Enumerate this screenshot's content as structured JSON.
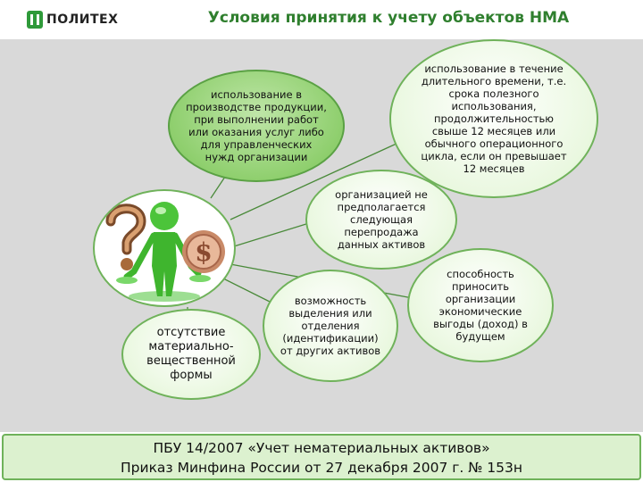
{
  "header": {
    "logo_text": "ПОЛИТЕХ",
    "title": "Условия принятия к учету объектов НМА"
  },
  "hub": {
    "icons": [
      "question-mark-icon",
      "green-figure-icon",
      "dollar-coin-icon"
    ]
  },
  "bubbles": {
    "use_in_production": "использование в производстве продукции, при выполнении работ или оказания услуг либо для управленческих нужд организации",
    "long_term_use": "использование в течение длительного времени, т.е. срока полезного использования, продолжительностью свыше 12 месяцев или обычного операционного цикла, если он превышает 12 месяцев",
    "no_resale": "организацией не предполагается следующая перепродажа данных активов",
    "economic_benefit": "способность приносить организации экономические выгоды (доход) в будущем",
    "identification": "возможность выделения или отделения (идентификации) от других активов",
    "no_material_form": "отсутствие материально-вещественной формы"
  },
  "footer": {
    "line1": "ПБУ 14/2007 «Учет нематериальных активов»",
    "line2": "Приказ Минфина России от 27 декабря 2007 г. № 153н"
  },
  "colors": {
    "title": "#2f7f2e",
    "bubble_dark": "#8fcf6e",
    "bubble_light": "#eaf8e0",
    "border": "#6fb25a",
    "band": "#d9d9d9"
  }
}
